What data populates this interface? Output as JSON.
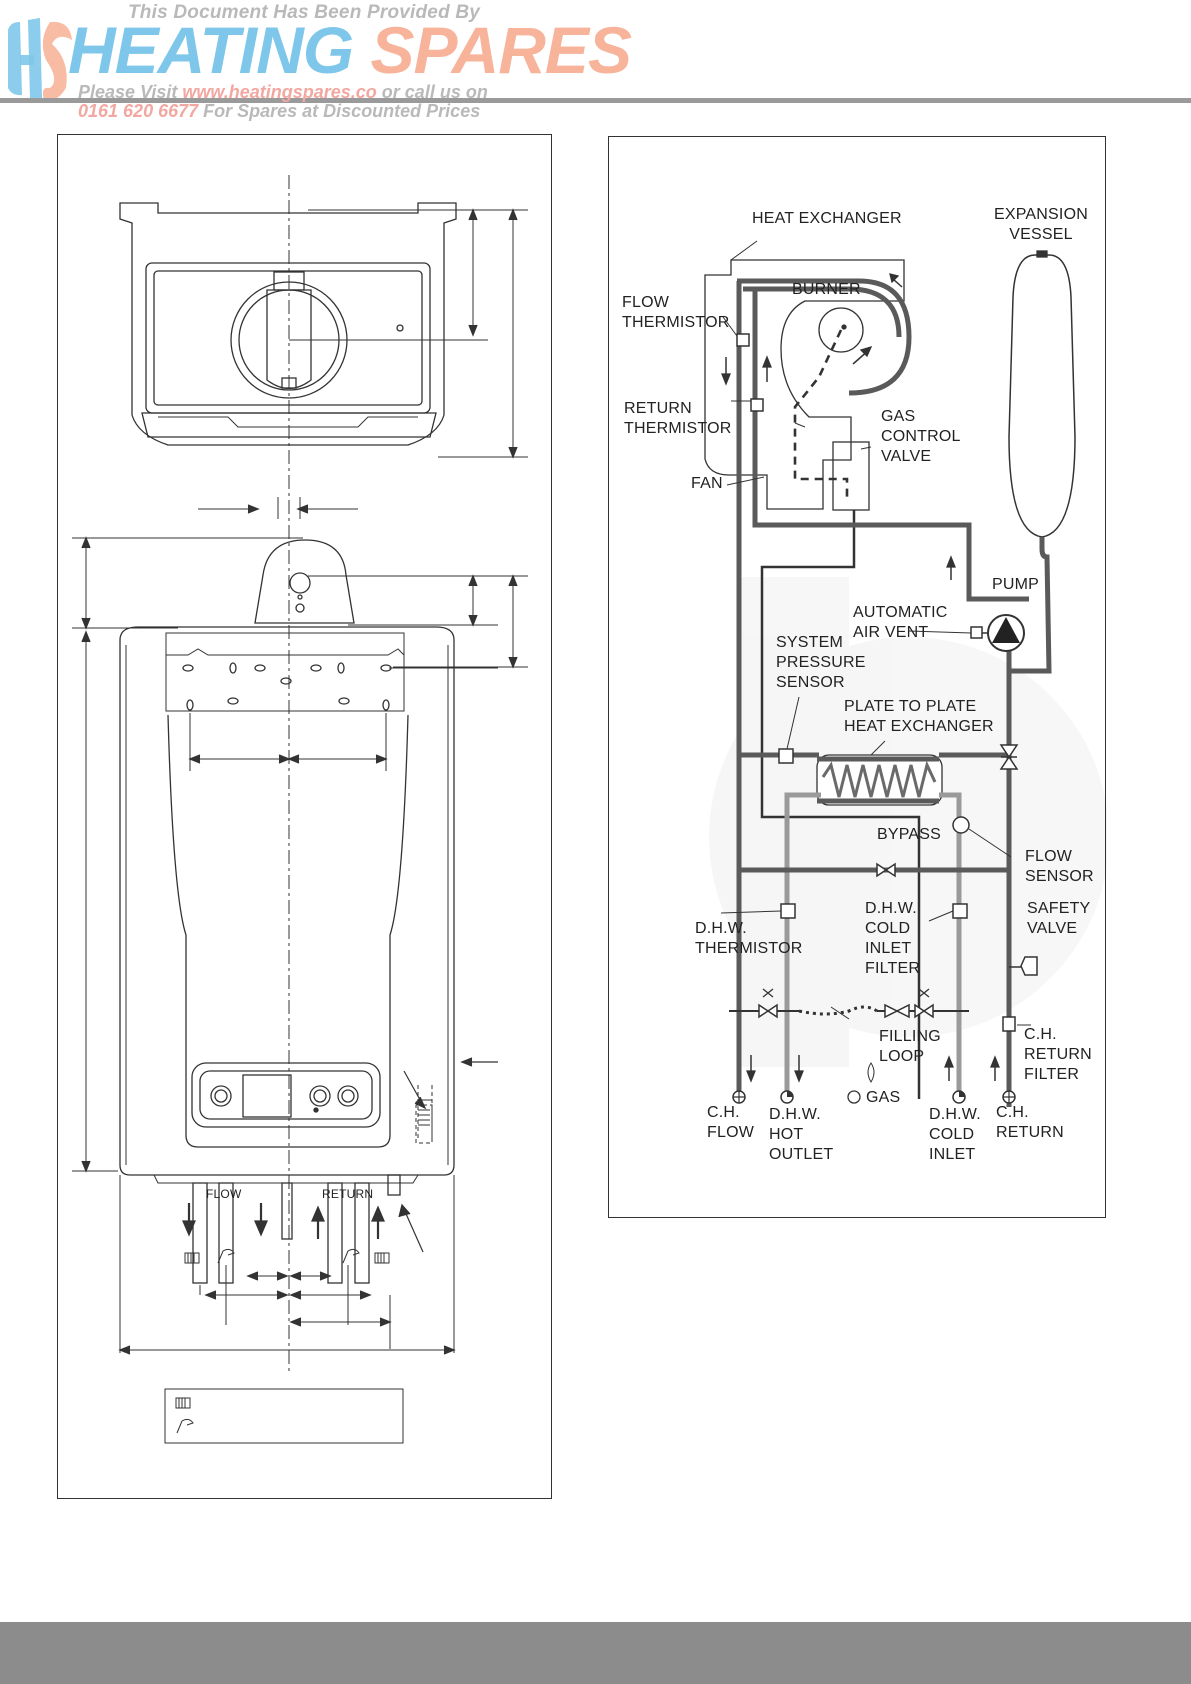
{
  "watermark": {
    "line1": "This Document Has Been Provided By",
    "brand_part1": "HEATING",
    "brand_part2": "SPARES",
    "line3_prefix": "Please Visit ",
    "line3_url": "www.heatingspares.co",
    "line3_suffix": " or call us on",
    "line4_phone": "0161 620 6677",
    "line4_suffix": " For Spares at Discounted Prices"
  },
  "left_figure": {
    "flow_label": "FLOW",
    "return_label": "RETURN"
  },
  "schematic": {
    "labels": {
      "heat_exchanger": "HEAT EXCHANGER",
      "expansion_vessel": "EXPANSION\nVESSEL",
      "burner": "BURNER",
      "flow_thermistor": "FLOW\nTHERMISTOR",
      "return_thermistor": "RETURN\nTHERMISTOR",
      "gas_control_valve": "GAS\nCONTROL\nVALVE",
      "fan": "FAN",
      "pump": "PUMP",
      "automatic_air_vent": "AUTOMATIC\nAIR VENT",
      "system_pressure_sensor": "SYSTEM\nPRESSURE\nSENSOR",
      "plate_to_plate": "PLATE TO PLATE\nHEAT EXCHANGER",
      "bypass": "BYPASS",
      "flow_sensor": "FLOW\nSENSOR",
      "dhw_thermistor": "D.H.W.\nTHERMISTOR",
      "dhw_cold_inlet_filter": "D.H.W.\nCOLD\nINLET\nFILTER",
      "safety_valve": "SAFETY\nVALVE",
      "filling_loop": "FILLING\nLOOP",
      "ch_return_filter": "C.H.\nRETURN\nFILTER",
      "ch_flow": "C.H.\nFLOW",
      "dhw_hot_outlet": "D.H.W.\nHOT\nOUTLET",
      "gas": "GAS",
      "dhw_cold_inlet": "D.H.W.\nCOLD\nINLET",
      "ch_return": "C.H.\nRETURN"
    }
  },
  "colors": {
    "line": "#333333",
    "pipe_dark": "#5a5a5a",
    "pipe_light": "#9a9a9a",
    "watermark_blue": "#7fc7ea",
    "watermark_pink": "#f7b49a",
    "footer": "#8c8c8c"
  }
}
